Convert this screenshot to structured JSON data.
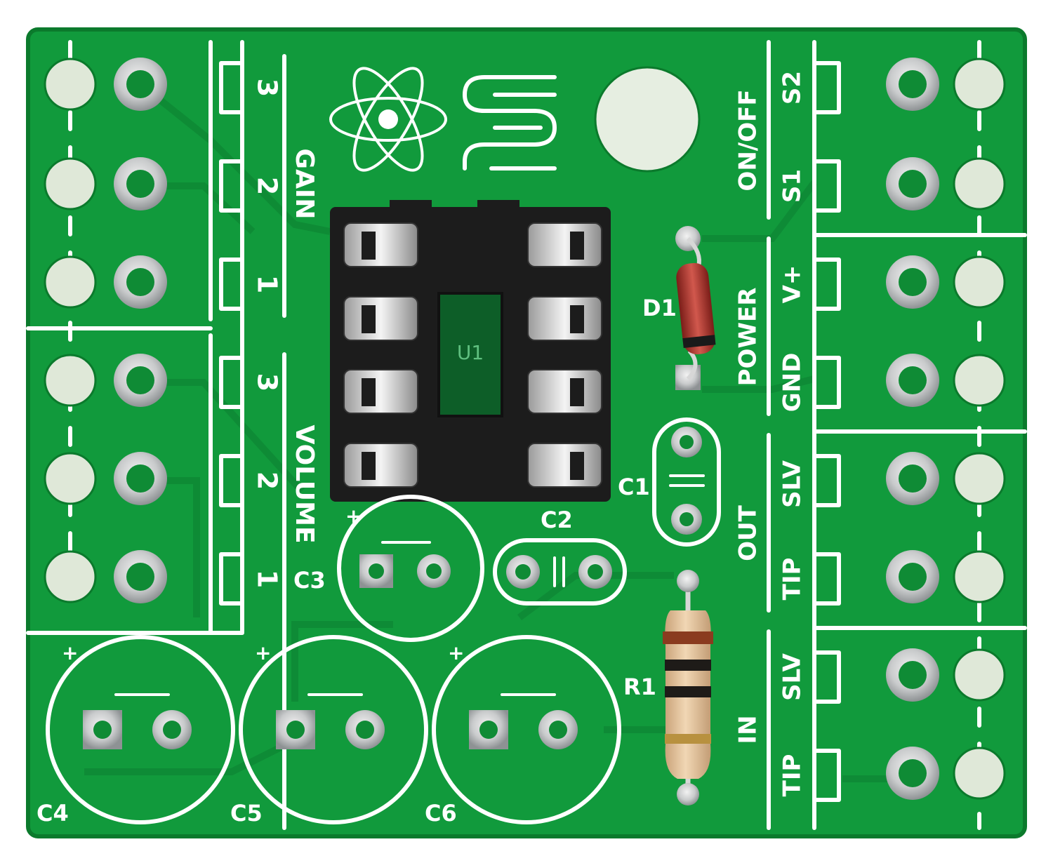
{
  "colors": {
    "board": "#119a3c",
    "board_edge": "#0b7a2c",
    "trace": "#0e8a35",
    "silkscreen": "#ffffff",
    "pad": "#c9cbcc",
    "socket": "#1c1c1c",
    "resistor_body": "#e8c9a1",
    "diode_body": "#b9332a"
  },
  "labels": {
    "gain": "GAIN",
    "gain_pins": [
      "3",
      "2",
      "1"
    ],
    "volume": "VOLUME",
    "volume_pins": [
      "3",
      "2",
      "1"
    ],
    "on_off": "ON/OFF",
    "s2": "S2",
    "s1": "S1",
    "power": "POWER",
    "v_plus": "V+",
    "gnd": "GND",
    "out": "OUT",
    "out_slv": "SLV",
    "out_tip": "TIP",
    "in": "IN",
    "in_slv": "SLV",
    "in_tip": "TIP",
    "u1": "U1",
    "d1": "D1",
    "c1": "C1",
    "c2": "C2",
    "c3": "C3",
    "c4": "C4",
    "c5": "C5",
    "c6": "C6",
    "r1": "R1"
  },
  "icons": [
    "atom-logo-icon",
    "s-wave-logo-icon",
    "mounting-hole-icon"
  ]
}
